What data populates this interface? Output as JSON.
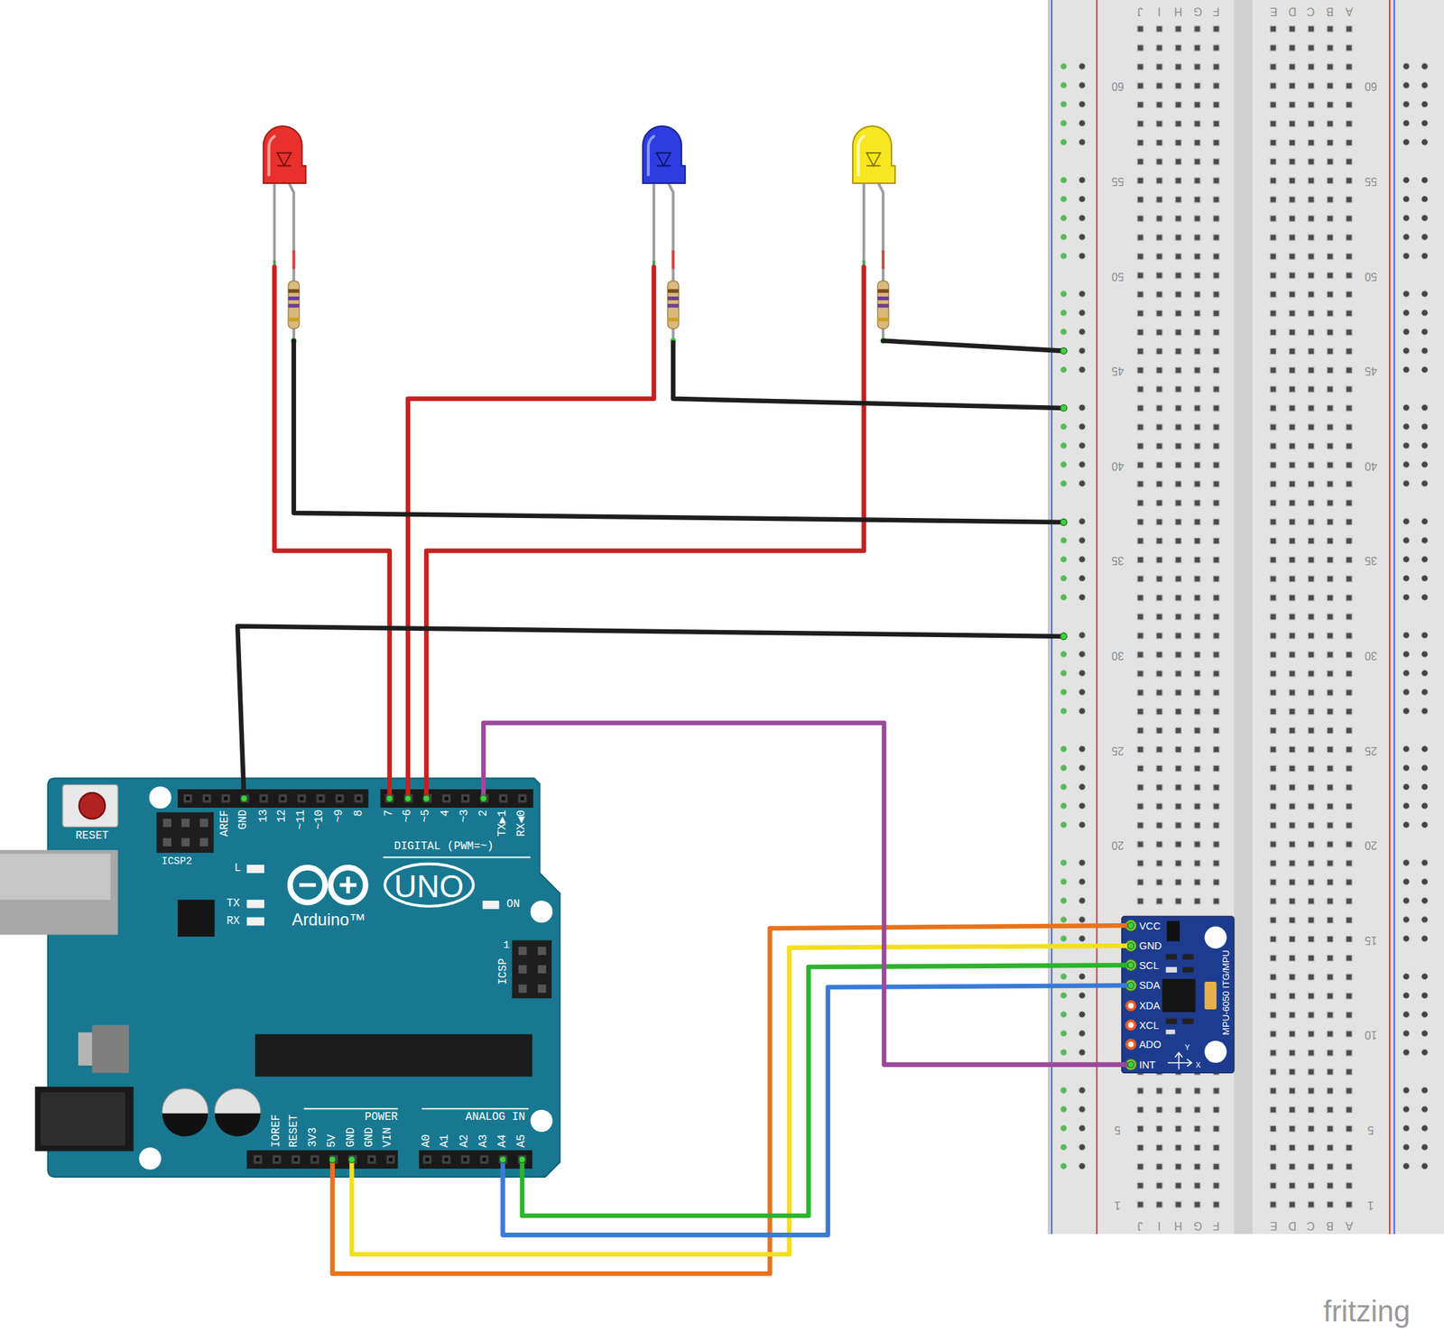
{
  "diagram": {
    "nodes": [
      {
        "text": [
          "RESET",
          "AREF",
          "GND",
          "13",
          "12",
          "~11",
          "~10",
          "~9",
          "8",
          "7",
          "~6",
          "~5",
          "4",
          "~3",
          "2",
          "TX▶1",
          "RX◀0",
          "ICSP2",
          "DIGITAL (PWM=~)",
          "L",
          "UNO",
          "TX",
          "ON",
          "Arduino™",
          "RX",
          "1",
          "ICSP",
          "POWER",
          "ANALOG IN",
          "IOREF",
          "RESET",
          "3V3",
          "5V",
          "GND",
          "GND",
          "VIN",
          "A0",
          "A1",
          "A2",
          "A3",
          "A4",
          "A5"
        ]
      },
      {
        "text": [
          "VCC",
          "GND",
          "SCL",
          "SDA",
          "XDA",
          "XCL",
          "ADO",
          "INT",
          "MPU-6050 ITG/MPU",
          "Y",
          "X"
        ]
      }
    ],
    "edges": [
      {
        "from": 0,
        "to": 1,
        "arrow": "none"
      },
      {
        "from": 0,
        "to": 1,
        "arrow": "none"
      },
      {
        "from": 0,
        "to": 1,
        "arrow": "none"
      },
      {
        "from": 0,
        "to": 1,
        "arrow": "none"
      },
      {
        "from": 0,
        "to": 1,
        "arrow": "none"
      }
    ],
    "labels": [
      "J",
      "I",
      "H",
      "G",
      "F",
      "E",
      "D",
      "C",
      "B",
      "A",
      "60",
      "60",
      "55",
      "55",
      "50",
      "50",
      "45",
      "45",
      "40",
      "40",
      "35",
      "35",
      "30",
      "30",
      "25",
      "25",
      "20",
      "20",
      "15",
      "10",
      "5",
      "5",
      "1",
      "1",
      "J",
      "I",
      "H",
      "G",
      "F",
      "E",
      "D",
      "C",
      "B",
      "A",
      "fritzing"
    ]
  }
}
